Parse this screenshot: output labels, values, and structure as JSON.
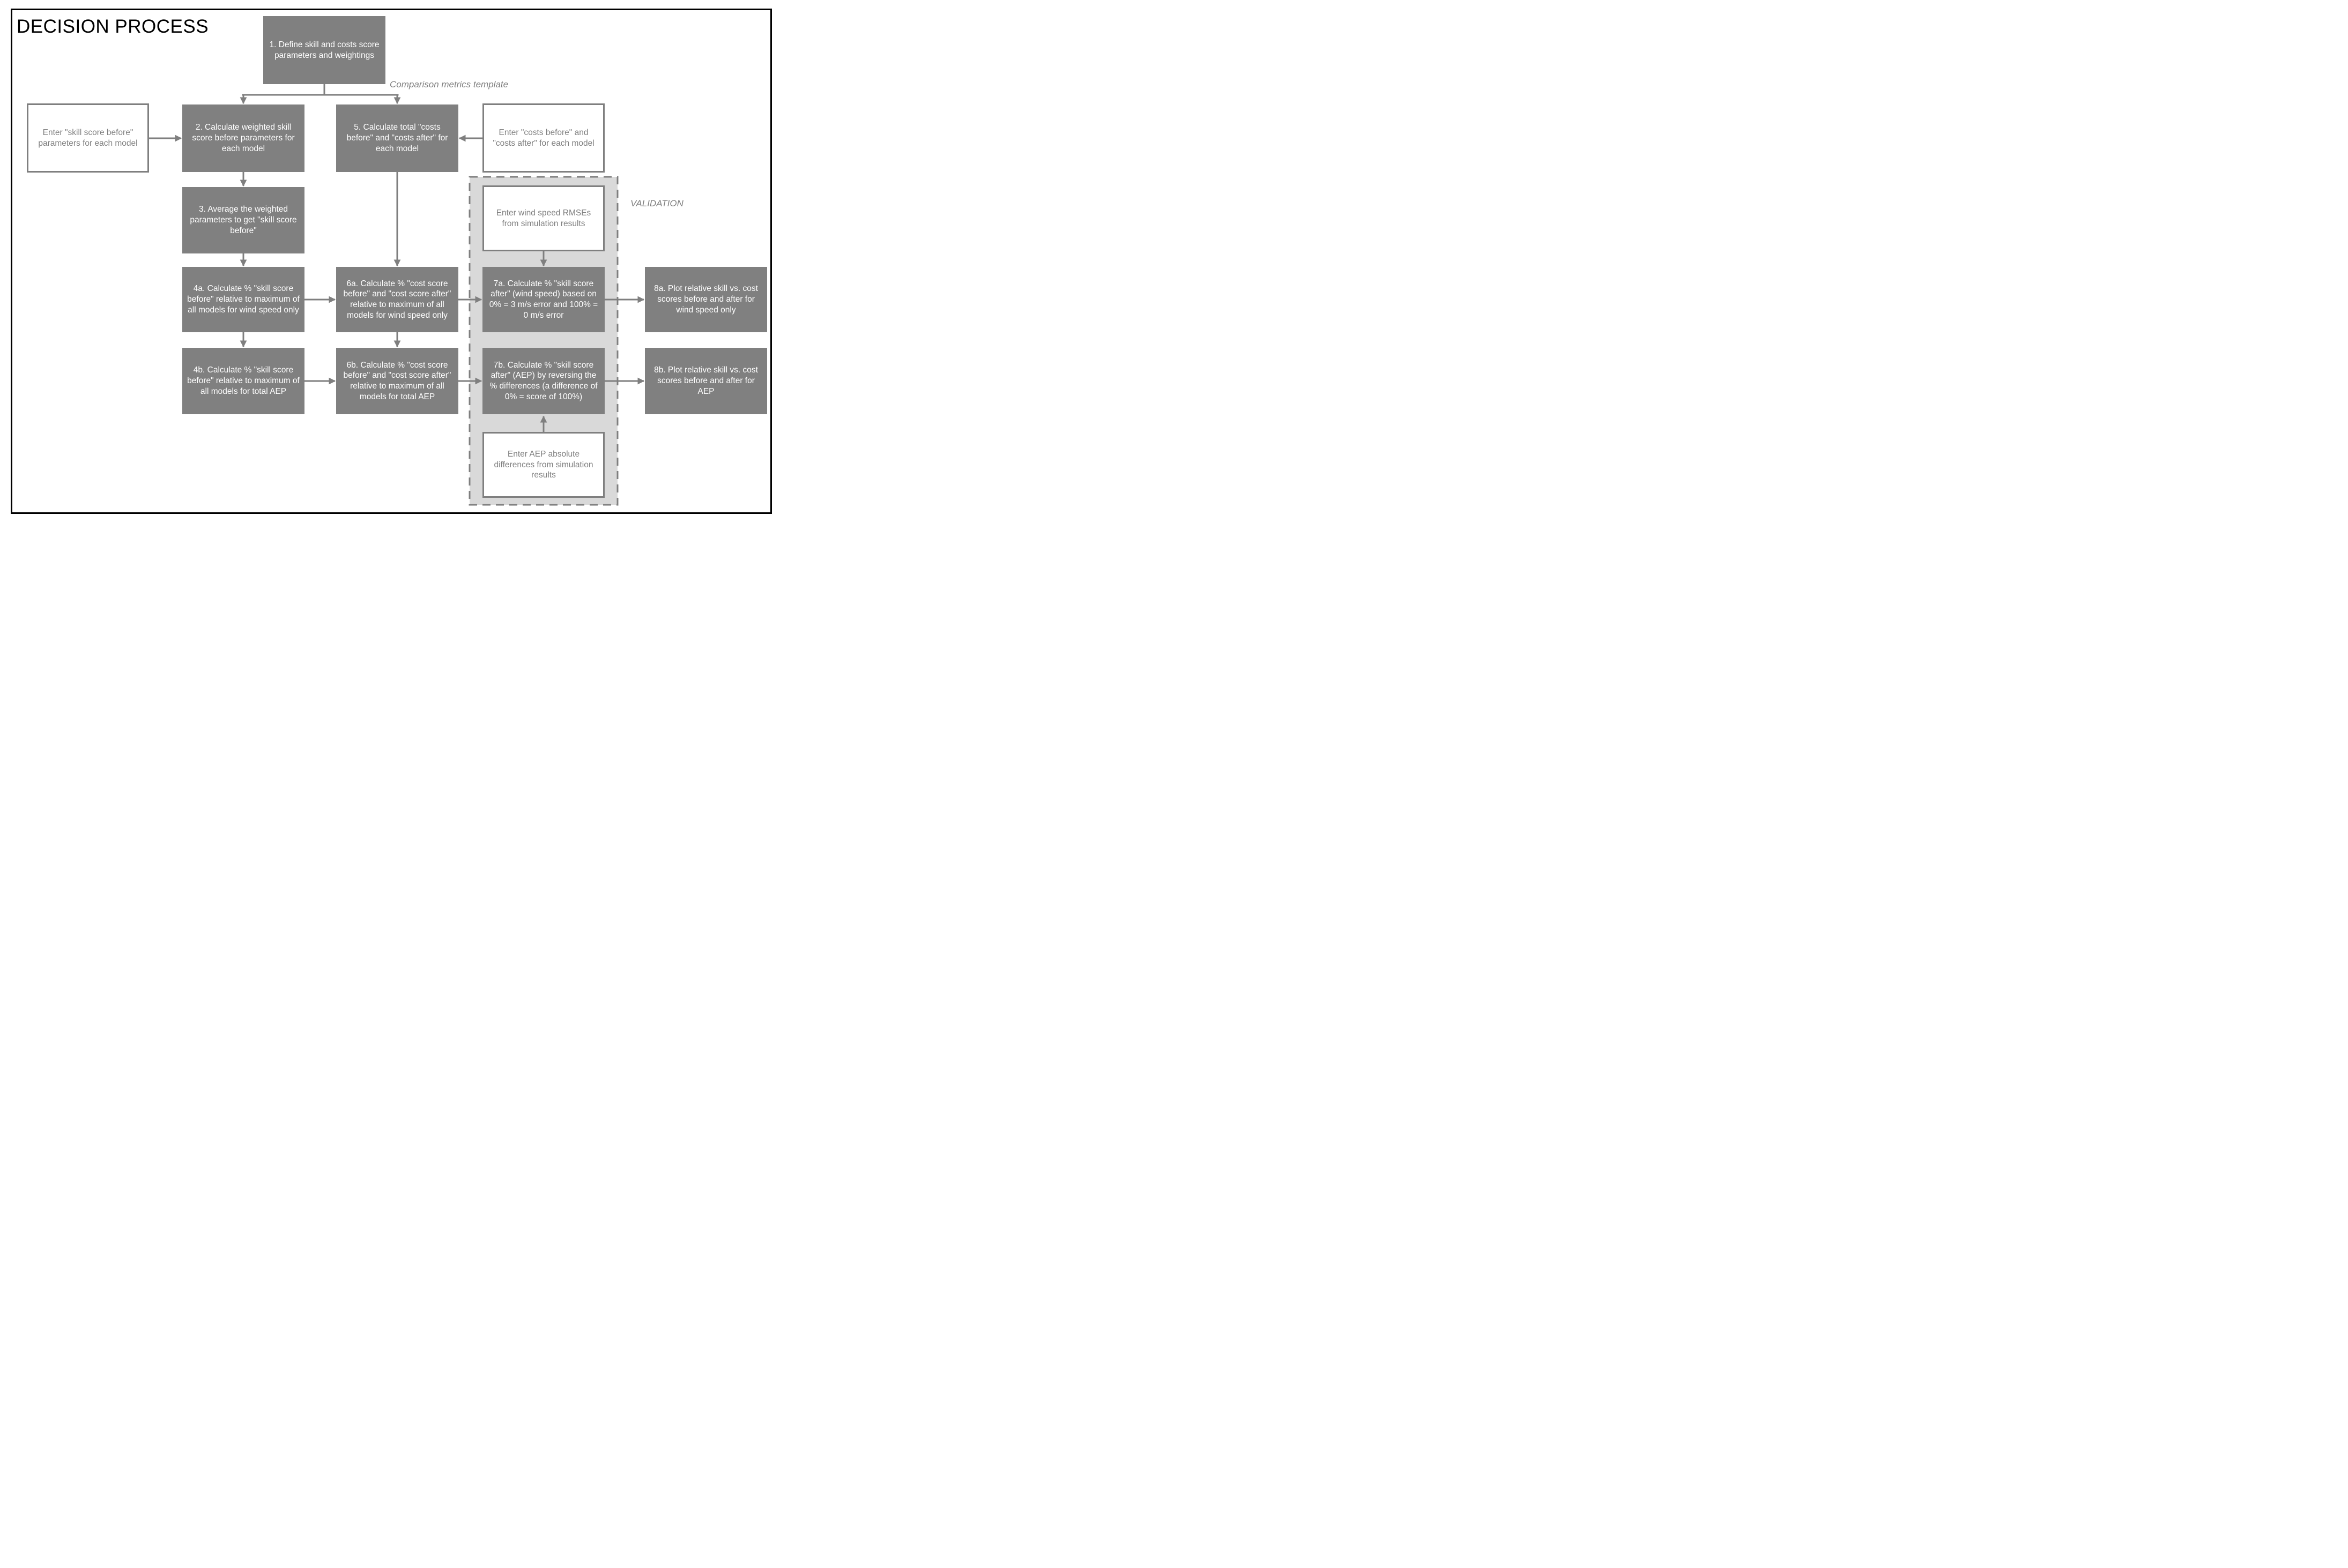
{
  "title": "DECISION PROCESS",
  "annotations": {
    "comparison_metrics": "Comparison metrics template",
    "validation": "VALIDATION"
  },
  "colors": {
    "box_fill": "#808080",
    "box_text": "#ffffff",
    "outline": "#7f7f7f",
    "validation_fill": "#d9d9d9",
    "page_border": "#000000"
  },
  "nodes": {
    "step1": "1. Define skill and costs score parameters and weightings",
    "input_skill_score": "Enter \"skill score before\" parameters for each model",
    "step2": "2. Calculate weighted skill score before parameters for each model",
    "step5": "5. Calculate total \"costs before\" and \"costs after\" for each model",
    "input_costs": "Enter \"costs before\" and \"costs after\" for each model",
    "step3": "3. Average the weighted parameters to get \"skill score before\"",
    "input_wind_rmse": "Enter wind speed RMSEs from simulation results",
    "step4a": "4a. Calculate % \"skill score before\" relative to maximum of all models for wind speed only",
    "step6a": "6a. Calculate % \"cost score before\" and \"cost score after\" relative to maximum of all models for wind speed only",
    "step7a": "7a. Calculate % \"skill score after\" (wind speed) based on 0% = 3 m/s error and 100% = 0 m/s error",
    "step8a": "8a. Plot relative skill vs. cost scores before and after for wind speed only",
    "step4b": "4b. Calculate % \"skill score before\" relative to maximum of all models for total AEP",
    "step6b": "6b. Calculate % \"cost score before\" and \"cost score after\" relative to maximum of all models for total AEP",
    "step7b": "7b. Calculate % \"skill score after\" (AEP) by reversing the % differences (a difference of 0% = score of 100%)",
    "step8b": "8b. Plot relative skill vs. cost scores before and after for AEP",
    "input_aep_diff": "Enter AEP absolute differences from simulation results"
  }
}
